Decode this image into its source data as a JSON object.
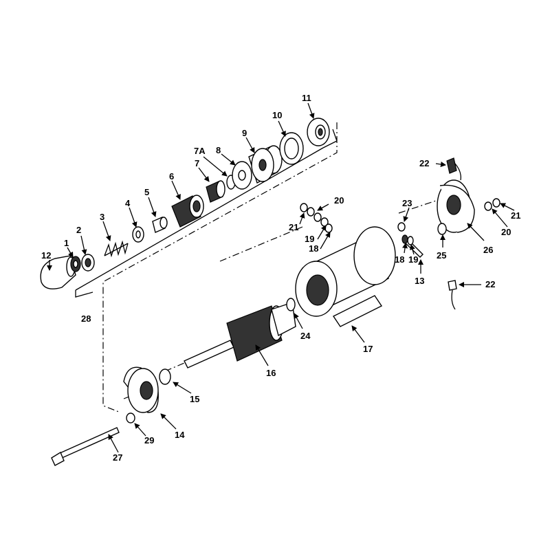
{
  "callouts": [
    "1",
    "2",
    "3",
    "4",
    "5",
    "6",
    "7",
    "7A",
    "8",
    "9",
    "10",
    "11",
    "12",
    "13",
    "14",
    "15",
    "16",
    "17",
    "18",
    "18",
    "19",
    "19",
    "20",
    "20",
    "21",
    "21",
    "22",
    "22",
    "23",
    "24",
    "25",
    "26",
    "27",
    "28",
    "29"
  ]
}
